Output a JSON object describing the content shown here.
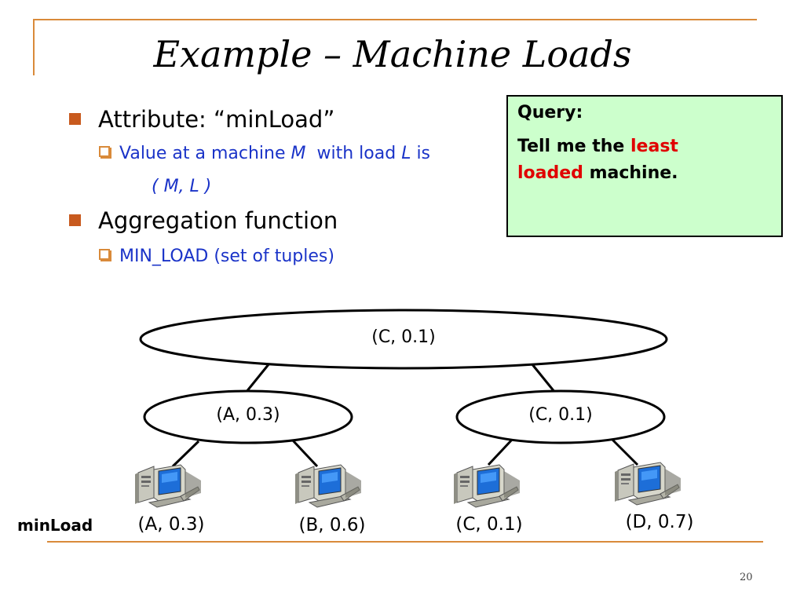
{
  "slide": {
    "title": "Example – Machine Loads",
    "page_number": "20",
    "colors": {
      "frame": "#d98a3a",
      "bullet": "#c85a1e",
      "sub_text": "#1a33c8",
      "query_bg": "#ccffcc",
      "highlight": "#e00000"
    }
  },
  "bullets": [
    {
      "text": "Attribute: “minLoad”",
      "subs": [
        {
          "prefix": "Value at a machine ",
          "M": "M",
          "mid": "  with load ",
          "L": "L",
          "suffix": " is",
          "line2": "( M, L )"
        }
      ]
    },
    {
      "text": "Aggregation function",
      "subs": [
        {
          "text": "MIN_LOAD (set of tuples)"
        }
      ]
    }
  ],
  "query": {
    "label": "Query:",
    "line1_a": "Tell me the ",
    "line1_red": "least",
    "line2_red": "loaded",
    "line2_b": " machine."
  },
  "tree": {
    "root": "(C, 0.1)",
    "level1": [
      "(A, 0.3)",
      "(C, 0.1)"
    ],
    "leaves": [
      "(A, 0.3)",
      "(B, 0.6)",
      "(C, 0.1)",
      "(D, 0.7)"
    ],
    "row_label": "minLoad",
    "leaf_icon": "computer-icon"
  }
}
